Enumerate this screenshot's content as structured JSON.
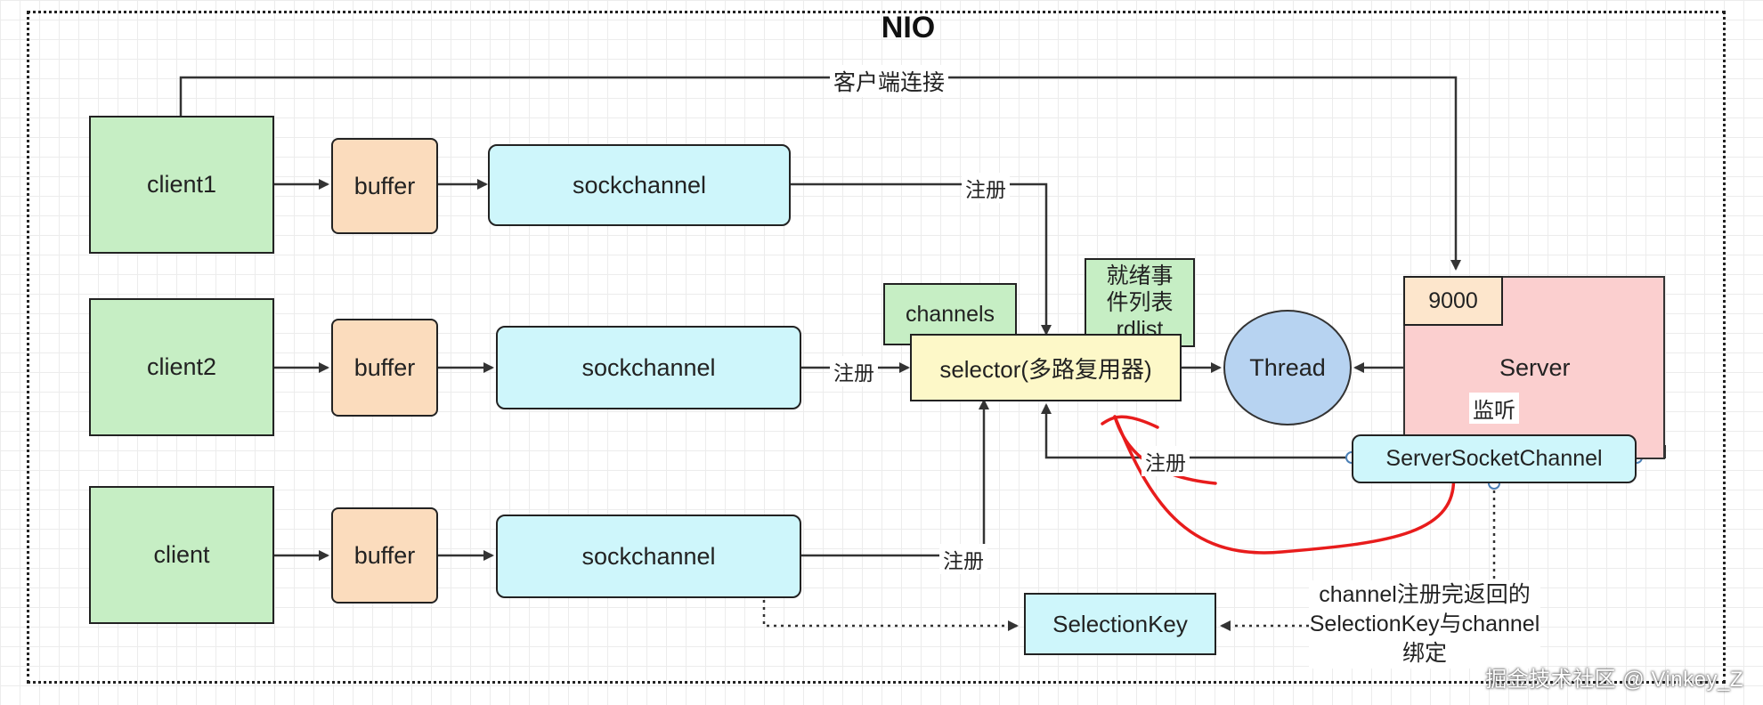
{
  "title": "NIO",
  "clients": [
    {
      "client": "client1",
      "buffer": "buffer",
      "channel": "sockchannel"
    },
    {
      "client": "client2",
      "buffer": "buffer",
      "channel": "sockchannel"
    },
    {
      "client": "client",
      "buffer": "buffer",
      "channel": "sockchannel"
    }
  ],
  "selector": {
    "label": "selector(多路复用器)",
    "channels_label": "channels",
    "ready_list_label": "就绪事件列表rdlist"
  },
  "thread": "Thread",
  "server": {
    "label": "Server",
    "port": "9000",
    "listen_label": "监听"
  },
  "server_socket_channel": "ServerSocketChannel",
  "selection_key": "SelectionKey",
  "edge_labels": {
    "client_connect": "客户端连接",
    "register": "注册"
  },
  "selection_key_note": "channel注册完返回的SelectionKey与channel绑定",
  "watermark": "掘金技术社区 @ Vinkey_Z",
  "colors": {
    "client_fill": "#c6eec4",
    "buffer_fill": "#fbdcbd",
    "channel_fill": "#cef6fb",
    "selector_fill": "#fdf8c8",
    "server_fill": "#fbcfcf",
    "thread_fill": "#b7d3f1",
    "annotation_red": "#e81c1c"
  }
}
